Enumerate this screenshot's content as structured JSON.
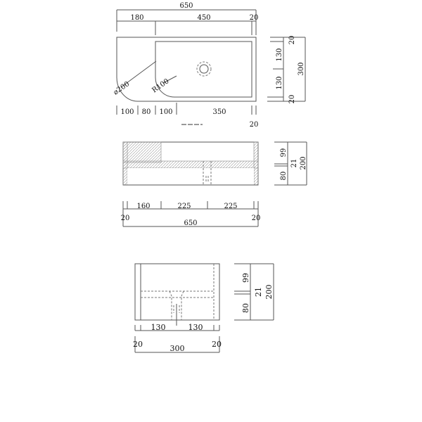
{
  "top_view": {
    "overall_width": "650",
    "top_dims": [
      "180",
      "450",
      "20"
    ],
    "bottom_dims": [
      "100",
      "80",
      "100",
      "350"
    ],
    "bottom_right": "20",
    "radius_outer": "⌀200",
    "radius_inner": "R100",
    "side_dims": [
      "20",
      "130",
      "130",
      "20"
    ],
    "side_total": "300"
  },
  "front_view": {
    "side_dims": [
      "99",
      "80"
    ],
    "side_mid": "21",
    "side_total": "200",
    "bottom_dims": [
      "160",
      "225",
      "225"
    ],
    "edges": [
      "20",
      "20"
    ],
    "overall_width": "650"
  },
  "side_view": {
    "side_dims": [
      "99",
      "80"
    ],
    "side_mid": "21",
    "side_total": "200",
    "bottom_dims": [
      "130",
      "130"
    ],
    "edges": [
      "20",
      "20"
    ],
    "overall_width": "300"
  }
}
